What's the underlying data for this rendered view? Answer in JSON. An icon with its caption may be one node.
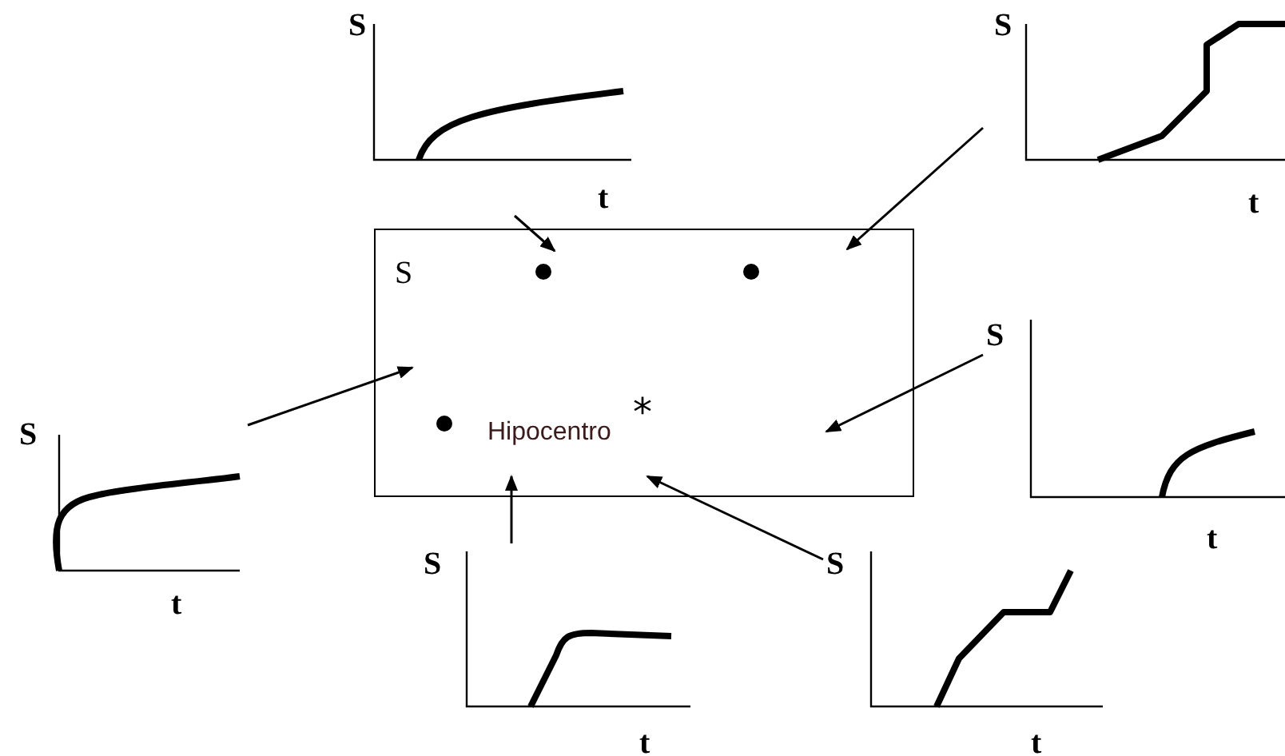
{
  "diagram": {
    "nodes": [
      {
        "text": [
          "S"
        ]
      },
      {
        "text": [
          "S",
          "t"
        ]
      },
      {
        "text": [
          "S",
          "t"
        ]
      },
      {
        "text": [
          "S",
          "t"
        ]
      },
      {
        "text": [
          "S",
          "t"
        ]
      },
      {
        "text": [
          "S",
          "t"
        ]
      },
      {
        "text": [
          "S",
          "t"
        ]
      }
    ],
    "edges": [
      {
        "from": 1,
        "to": 0,
        "arrow": "to"
      },
      {
        "from": 2,
        "to": 0,
        "arrow": "to"
      },
      {
        "from": 3,
        "to": 0,
        "arrow": "to"
      },
      {
        "from": 4,
        "to": 0,
        "arrow": "to"
      },
      {
        "from": 5,
        "to": 0,
        "arrow": "to"
      },
      {
        "from": 6,
        "to": 0,
        "arrow": "to"
      }
    ],
    "labels": [
      "Hipocentro",
      "*"
    ]
  }
}
